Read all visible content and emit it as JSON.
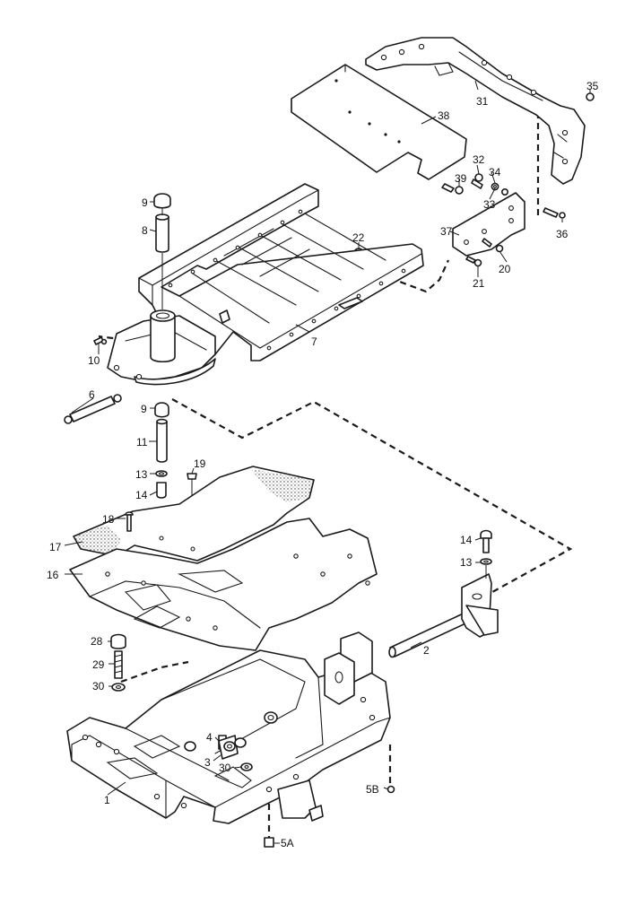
{
  "labels": {
    "l1": "1",
    "l2": "2",
    "l3": "3",
    "l4": "4",
    "l5A": "5A",
    "l5B": "5B",
    "l6": "6",
    "l7": "7",
    "l8": "8",
    "l9a": "9",
    "l9b": "9",
    "l10": "10",
    "l11": "11",
    "l13a": "13",
    "l13b": "13",
    "l14a": "14",
    "l14b": "14",
    "l16": "16",
    "l17": "17",
    "l18": "18",
    "l19": "19",
    "l20": "20",
    "l21": "21",
    "l22": "22",
    "l28": "28",
    "l29": "29",
    "l30a": "30",
    "l30b": "30",
    "l31": "31",
    "l32": "32",
    "l33": "33",
    "l34": "34",
    "l35": "35",
    "l36": "36",
    "l37": "37",
    "l38": "38",
    "l39": "39"
  }
}
